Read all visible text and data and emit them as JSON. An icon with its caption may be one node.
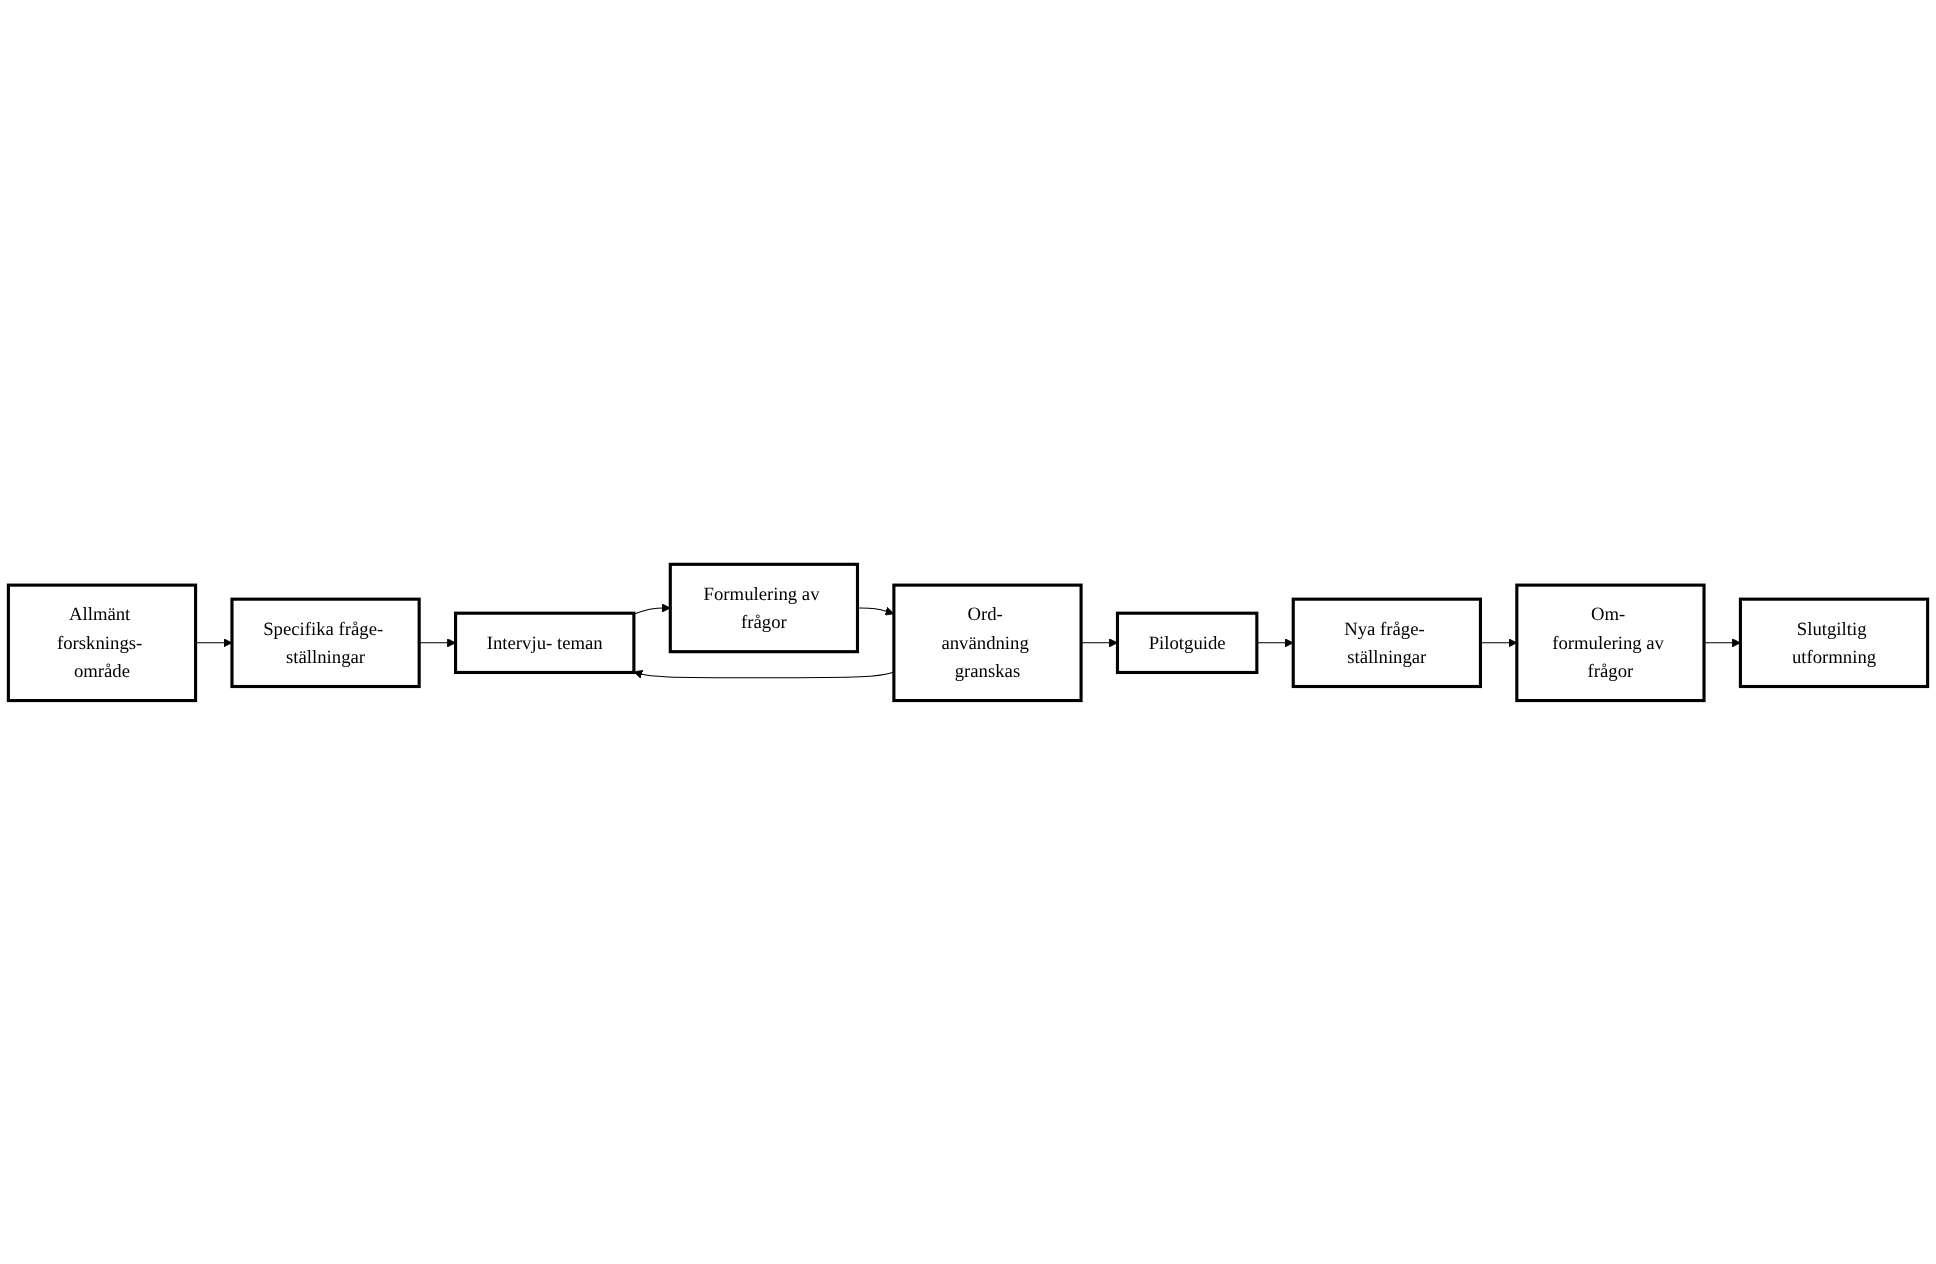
{
  "diagram": {
    "nodes": [
      {
        "text": [
          "Allmänt forsknings- område"
        ]
      },
      {
        "text": [
          "Specifika fråge- ställningar"
        ]
      },
      {
        "text": [
          "Intervju- teman"
        ]
      },
      {
        "text": [
          "Formulering av frågor"
        ]
      },
      {
        "text": [
          "Ord- användning granskas"
        ]
      },
      {
        "text": [
          "Pilotguide"
        ]
      },
      {
        "text": [
          "Nya fråge- ställningar"
        ]
      },
      {
        "text": [
          "Om- formulering av frågor"
        ]
      },
      {
        "text": [
          "Slutgiltig utformning"
        ]
      }
    ],
    "edges": [
      {
        "from": 0,
        "to": 1,
        "arrow": "to"
      },
      {
        "from": 1,
        "to": 2,
        "arrow": "to"
      },
      {
        "from": 2,
        "to": 3,
        "arrow": "to"
      },
      {
        "from": 3,
        "to": 4,
        "arrow": "to"
      },
      {
        "from": 4,
        "to": 2,
        "arrow": "to"
      },
      {
        "from": 4,
        "to": 5,
        "arrow": "to"
      },
      {
        "from": 5,
        "to": 6,
        "arrow": "to"
      },
      {
        "from": 6,
        "to": 7,
        "arrow": "to"
      },
      {
        "from": 7,
        "to": 8,
        "arrow": "to"
      }
    ]
  }
}
